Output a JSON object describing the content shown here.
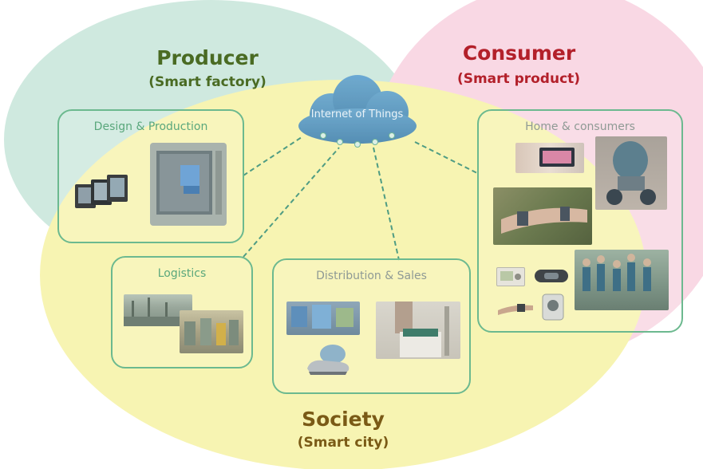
{
  "producer": {
    "title": "Producer",
    "subtitle": "(Smart factory)",
    "color": "#4a6b23"
  },
  "consumer": {
    "title": "Consumer",
    "subtitle": "(Smart product)",
    "color": "#b3202a"
  },
  "society": {
    "title": "Society",
    "subtitle": "(Smart city)",
    "color": "#7a5a16"
  },
  "cloud": {
    "label": "Internet of Things"
  },
  "boxes": {
    "design": {
      "label": "Design & Production"
    },
    "logistics": {
      "label": "Logistics"
    },
    "distribution": {
      "label": "Distribution & Sales"
    },
    "home": {
      "label": "Home & consumers"
    }
  },
  "colors": {
    "producer_circle": "#cfe9df",
    "consumer_circle": "#f9d8e4",
    "society_circle": "#f7f4b2",
    "box_border": "#6cb98f",
    "connector": "#4f9c83",
    "cloud": "#4f91c4"
  }
}
